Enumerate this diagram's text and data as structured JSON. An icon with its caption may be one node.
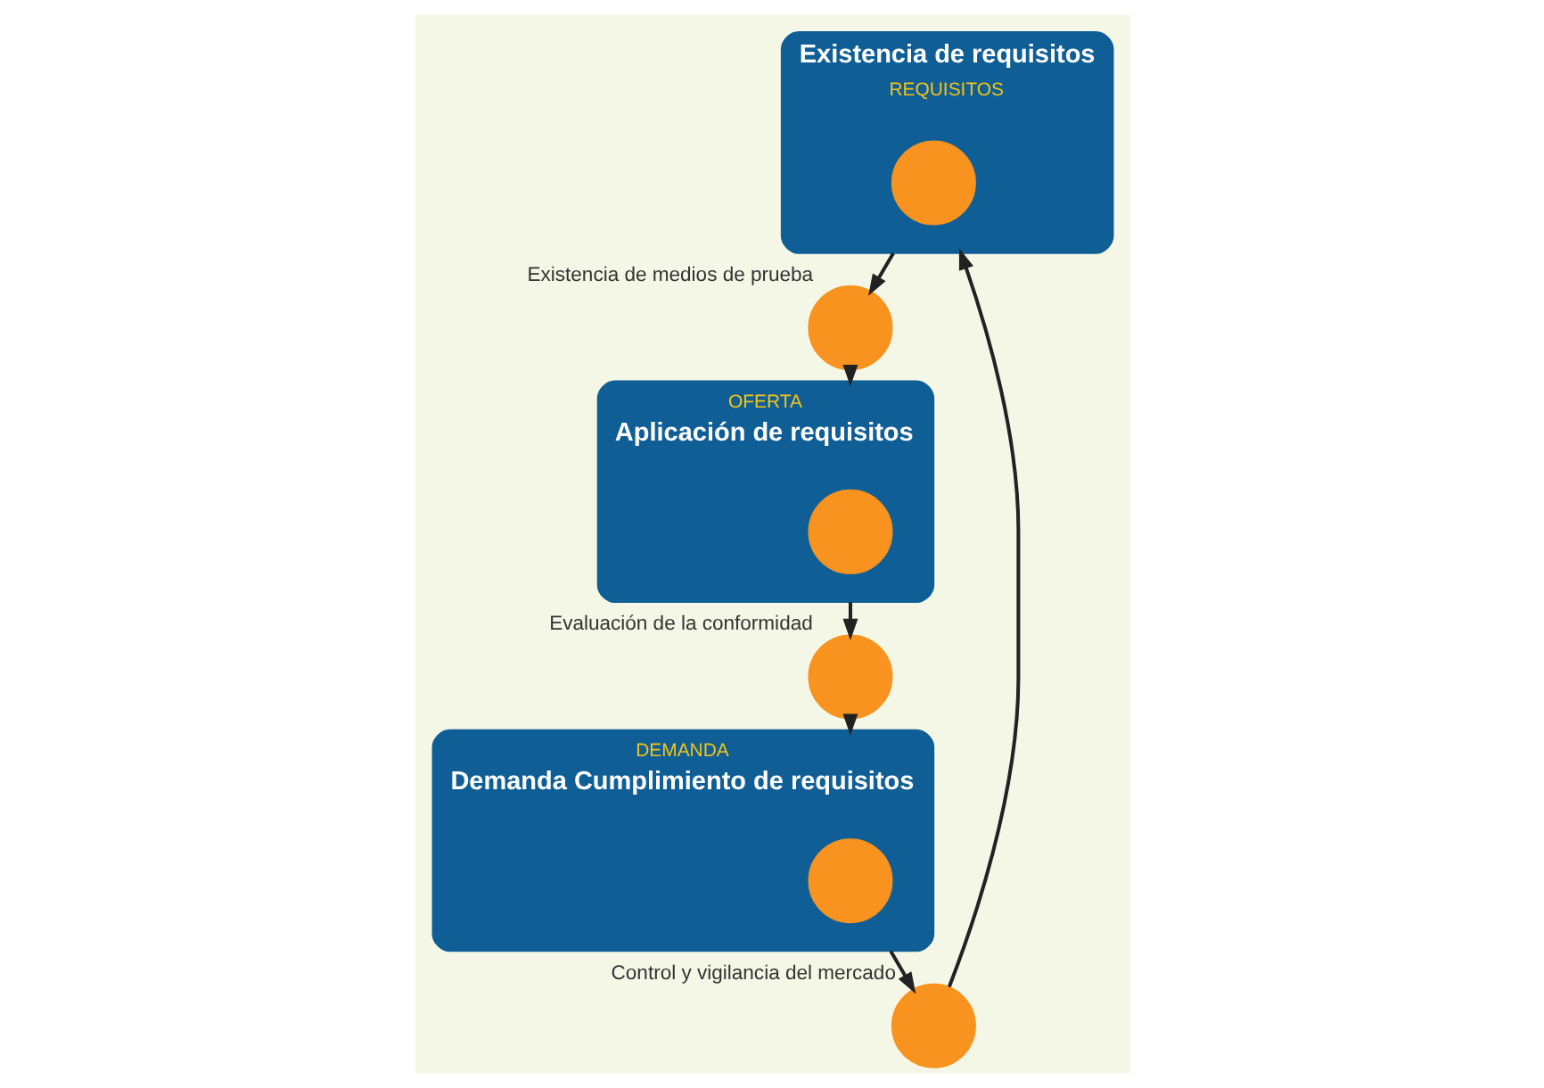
{
  "diagram": {
    "nodes": [
      {
        "text": [
          "Existencia de requisitos",
          "REQUISITOS"
        ]
      },
      {
        "text": [],
        "shape": "circle",
        "in": 0
      },
      {
        "text": [],
        "shape": "circle",
        "beside": [
          "Existencia de medios de prueba"
        ]
      },
      {
        "text": [
          "OFERTA",
          "Aplicación de requisitos"
        ]
      },
      {
        "text": [],
        "shape": "circle",
        "in": 3
      },
      {
        "text": [],
        "shape": "circle",
        "beside": [
          "Evaluación de la conformidad"
        ]
      },
      {
        "text": [
          "DEMANDA",
          "Demanda Cumplimiento de requisitos"
        ]
      },
      {
        "text": [],
        "shape": "circle",
        "in": 6
      },
      {
        "text": [],
        "shape": "circle",
        "beside": [
          "Control y vigilancia del mercado"
        ]
      }
    ],
    "edges": [
      {
        "from": 8,
        "to": 0,
        "arrow": "to"
      },
      {
        "from": 0,
        "to": 2,
        "arrow": "to"
      },
      {
        "from": 2,
        "to": 3,
        "arrow": "to"
      },
      {
        "from": 3,
        "to": 5,
        "arrow": "to"
      },
      {
        "from": 5,
        "to": 6,
        "arrow": "to"
      },
      {
        "from": 6,
        "to": 8,
        "arrow": "to"
      }
    ]
  }
}
